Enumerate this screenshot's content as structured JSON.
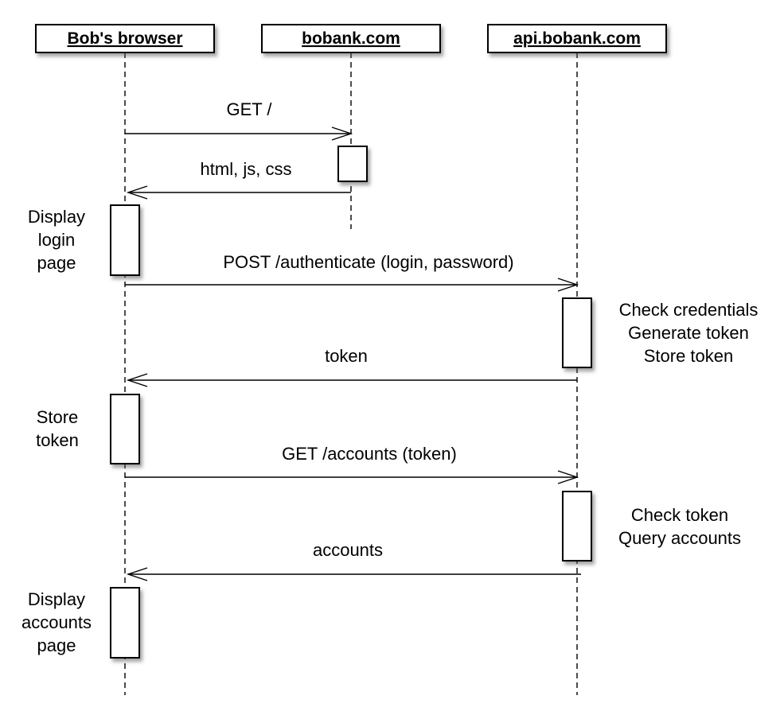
{
  "participants": [
    {
      "id": "browser",
      "label": "Bob's browser"
    },
    {
      "id": "site",
      "label": "bobank.com"
    },
    {
      "id": "api",
      "label": "api.bobank.com"
    }
  ],
  "messages": [
    {
      "from": "browser",
      "to": "site",
      "label": "GET /"
    },
    {
      "from": "site",
      "to": "browser",
      "label": "html, js, css"
    },
    {
      "from": "browser",
      "to": "api",
      "label": "POST /authenticate (login, password)"
    },
    {
      "from": "api",
      "to": "browser",
      "label": "token"
    },
    {
      "from": "browser",
      "to": "api",
      "label": "GET /accounts (token)"
    },
    {
      "from": "api",
      "to": "browser",
      "label": "accounts"
    }
  ],
  "notes": [
    {
      "participant": "browser",
      "lines": [
        "Display",
        "login",
        "page"
      ]
    },
    {
      "participant": "api",
      "lines": [
        "Check credentials",
        "Generate token",
        "Store token"
      ]
    },
    {
      "participant": "browser",
      "lines": [
        "Store",
        "token"
      ]
    },
    {
      "participant": "api",
      "lines": [
        "Check token",
        "Query accounts"
      ]
    },
    {
      "participant": "browser",
      "lines": [
        "Display",
        "accounts",
        "page"
      ]
    }
  ],
  "colors": {
    "stroke": "#000000",
    "background": "#ffffff",
    "shadow": "#555555"
  }
}
